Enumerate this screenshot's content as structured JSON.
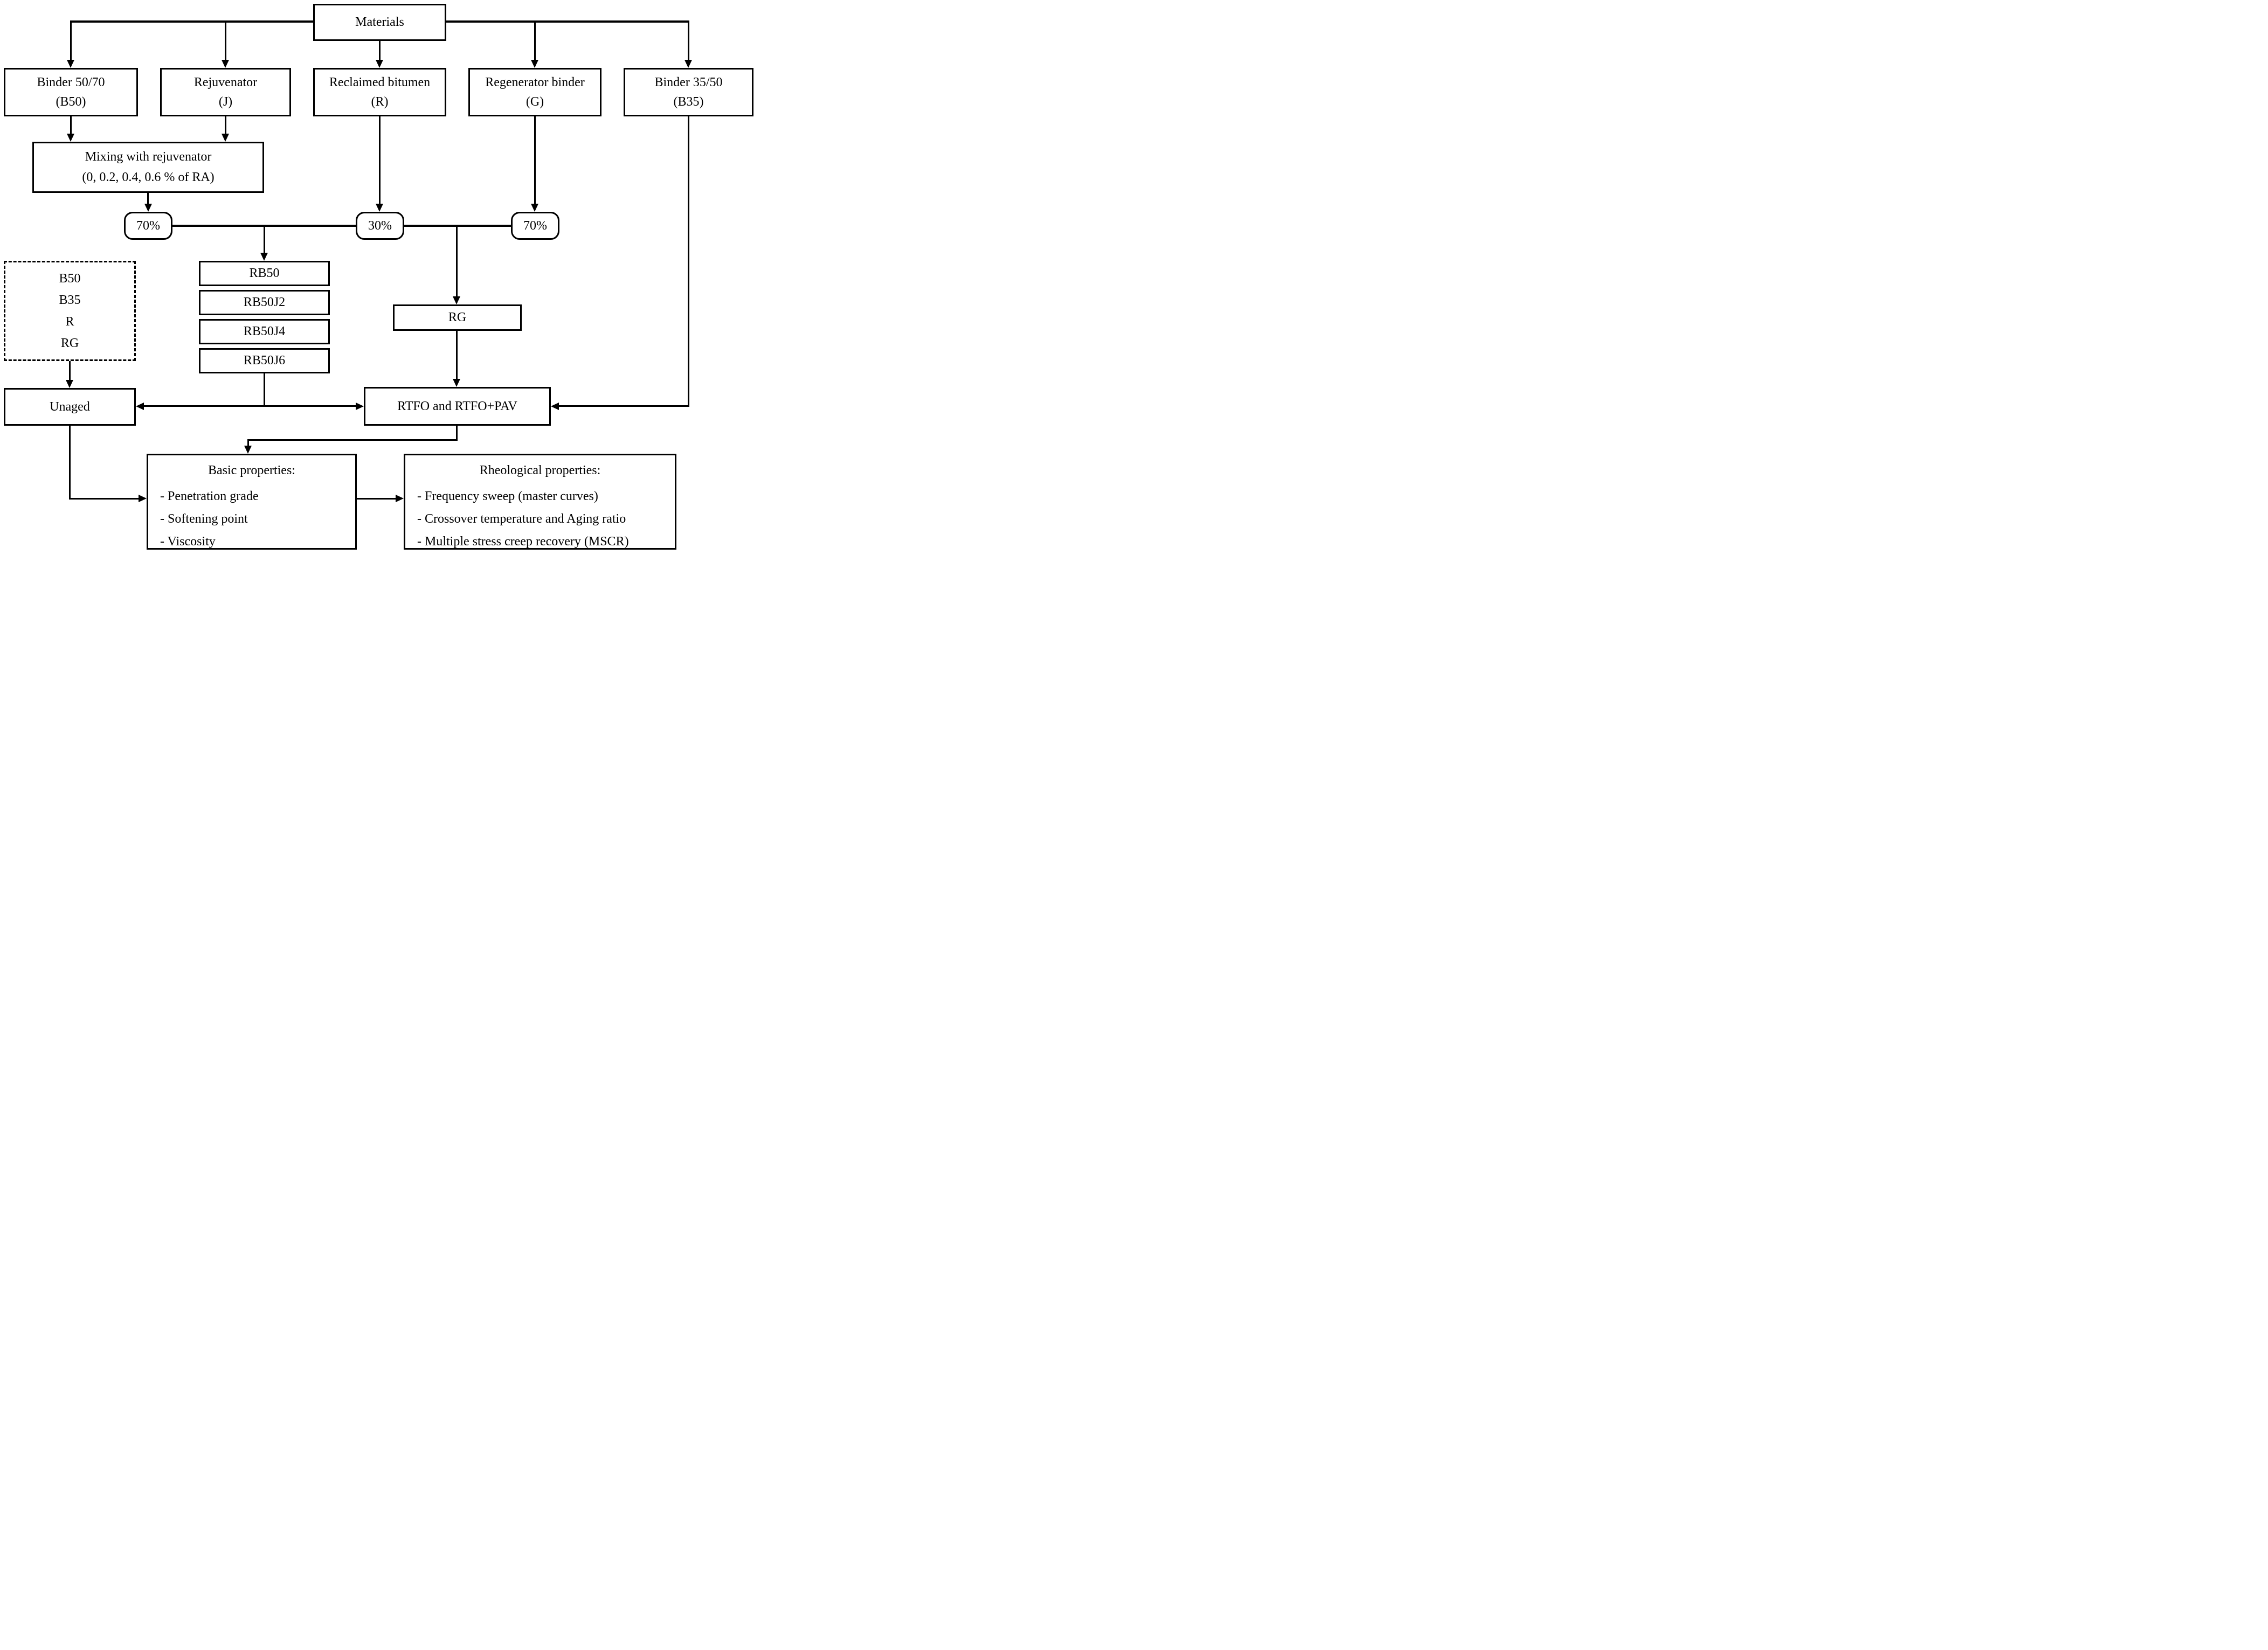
{
  "diagram": {
    "title_node": "Materials",
    "nodes": {
      "materials": {
        "label": "Materials"
      },
      "binder_50_70": {
        "line1": "Binder 50/70",
        "line2": "(B50)"
      },
      "rejuvenator": {
        "line1": "Rejuvenator",
        "line2": "(J)"
      },
      "reclaimed_bitumen": {
        "line1": "Reclaimed bitumen",
        "line2": "(R)"
      },
      "regenerator_binder": {
        "line1": "Regenerator binder",
        "line2": "(G)"
      },
      "binder_35_50": {
        "line1": "Binder 35/50",
        "line2": "(B35)"
      },
      "mixing": {
        "line1": "Mixing with rejuvenator",
        "line2": "(0, 0.2, 0.4, 0.6 % of RA)"
      },
      "pct70_left": {
        "label": "70%"
      },
      "pct30": {
        "label": "30%"
      },
      "pct70_right": {
        "label": "70%"
      },
      "rb_series": [
        "RB50",
        "RB50J2",
        "RB50J4",
        "RB50J6"
      ],
      "sample_group": [
        "B50",
        "B35",
        "R",
        "RG"
      ],
      "rg": {
        "label": "RG"
      },
      "unaged": {
        "label": "Unaged"
      },
      "rtfo": {
        "label": "RTFO and RTFO+PAV"
      },
      "basic_properties": {
        "title": "Basic properties:",
        "items": [
          "- Penetration grade",
          "- Softening point",
          "- Viscosity"
        ]
      },
      "rheological_properties": {
        "title": "Rheological properties:",
        "items": [
          "- Frequency sweep (master curves)",
          "- Crossover temperature and Aging ratio",
          "- Multiple stress creep recovery (MSCR)"
        ]
      }
    },
    "colors": {
      "line": "#000000",
      "box_background": "#ffffff",
      "page_background": "#ffffff"
    }
  }
}
